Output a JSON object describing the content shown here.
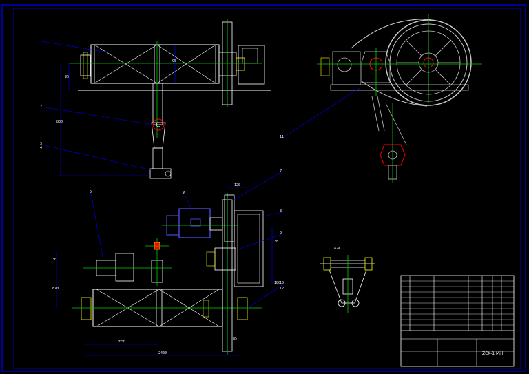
{
  "drawing": {
    "title_block_name": "ZCX-1 Mill",
    "section_label": "A-A",
    "balloons": [
      "1",
      "2",
      "3",
      "4",
      "5",
      "6",
      "7",
      "8",
      "9",
      "10",
      "11",
      "12"
    ],
    "dimensions": {
      "top_height": "95",
      "top_side": "800",
      "bottom_left_1": "30",
      "bottom_left_2": "870",
      "bottom_right_1": "38",
      "bottom_right_2": "180",
      "bottom_span_1": "2050",
      "bottom_span_2": "2400",
      "bottom_small": "85",
      "motor_top": "120",
      "right_side": "95"
    },
    "title_block_header": [
      "",
      "",
      "",
      "",
      "",
      "",
      "",
      ""
    ],
    "colors": {
      "frame": "#0000cc",
      "outline": "#ffffff",
      "center": "#00cc00",
      "dimension": "#0000ff",
      "hatch": "#ff0000",
      "motor": "#5555ff",
      "accent": "#ffff00",
      "gearbox": "#c8c8c8"
    }
  }
}
